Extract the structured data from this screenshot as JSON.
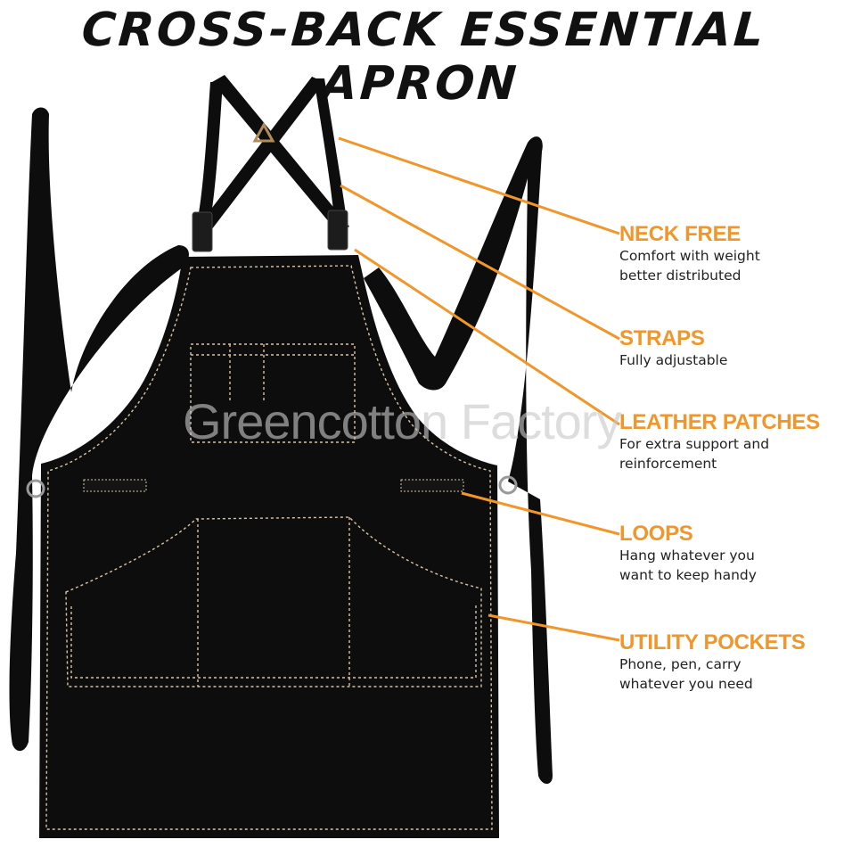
{
  "title": "Cross-Back Essential Apron",
  "features": [
    {
      "heading": "NECK FREE",
      "line1": "Comfort with weight",
      "line2": "better distributed"
    },
    {
      "heading": "STRAPS",
      "line1": "Fully adjustable",
      "line2": ""
    },
    {
      "heading": "LEATHER PATCHES",
      "line1": "For extra support and",
      "line2": "reinforcement"
    },
    {
      "heading": "LOOPS",
      "line1": "Hang whatever you",
      "line2": "want to keep handy"
    },
    {
      "heading": "UTILITY POCKETS",
      "line1": "Phone, pen, carry",
      "line2": "whatever you need"
    }
  ],
  "watermark": "Greencotton Factory",
  "colors": {
    "accent": "#f0962a",
    "apron": "#0d0d0d",
    "stitch": "#d9c3a5"
  }
}
